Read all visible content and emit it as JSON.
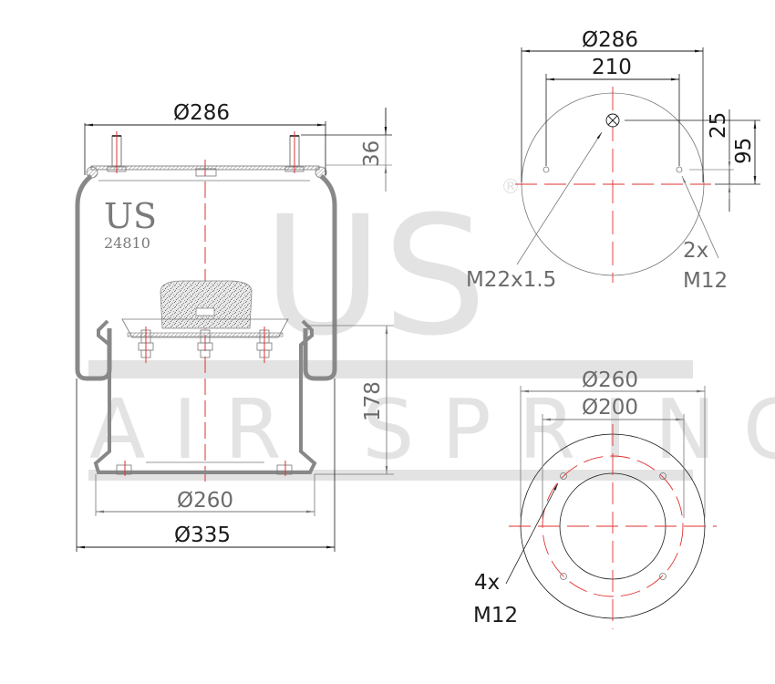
{
  "watermark": {
    "brand": "US",
    "subtitle": "AIR SPRING",
    "registered": "®",
    "color": "#e3e3e3"
  },
  "side_view": {
    "logo_text": "US",
    "part_number": "24810",
    "dimensions": {
      "top_plate_diameter": "Ø286",
      "stud_height": "36",
      "piston_height": "178",
      "piston_diameter": "Ø260",
      "max_diameter": "Ø335"
    }
  },
  "top_plate_view": {
    "dimensions": {
      "diameter": "Ø286",
      "stud_spacing": "210",
      "air_inlet_offset": "25",
      "stud_offset": "95"
    },
    "callouts": {
      "air_inlet": "M22x1.5",
      "studs_count": "2x",
      "studs_thread": "M12"
    }
  },
  "bottom_piston_view": {
    "dimensions": {
      "outer_diameter": "Ø260",
      "bolt_circle": "Ø200"
    },
    "callouts": {
      "holes_count": "4x",
      "holes_thread": "M12"
    }
  },
  "colors": {
    "line": "#1a1a1a",
    "grey_line": "#777777",
    "centerline": "#e23030",
    "hatch": "#8a8a8a"
  }
}
